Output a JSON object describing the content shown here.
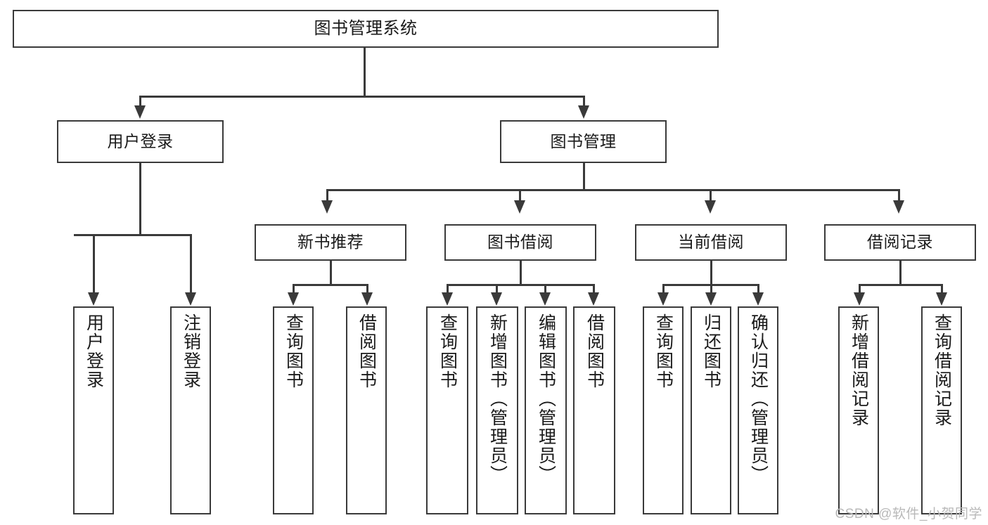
{
  "diagram": {
    "title": "图书管理系统",
    "type": "hierarchy-tree",
    "watermark": "CSDN @软件_小贺同学",
    "colors": {
      "stroke": "#3a3a3a",
      "fill": "#ffffff",
      "text": "#1a1a1a",
      "watermark": "#b9b9b9"
    },
    "levels": {
      "root": "图书管理系统",
      "level1": [
        "用户登录",
        "图书管理"
      ],
      "level2": [
        "新书推荐",
        "图书借阅",
        "当前借阅",
        "借阅记录"
      ]
    },
    "nodes": {
      "root": {
        "label": "图书管理系统"
      },
      "user_login": {
        "label": "用户登录"
      },
      "book_manage": {
        "label": "图书管理"
      },
      "new_book_rec": {
        "label": "新书推荐"
      },
      "book_borrow": {
        "label": "图书借阅"
      },
      "current_borrow": {
        "label": "当前借阅"
      },
      "borrow_record": {
        "label": "借阅记录"
      }
    },
    "leaves": {
      "user_login": [
        {
          "label": "用户登录"
        },
        {
          "label": "注销登录"
        }
      ],
      "new_book_rec": [
        {
          "label": "查询图书"
        },
        {
          "label": "借阅图书"
        }
      ],
      "book_borrow": [
        {
          "label": "查询图书"
        },
        {
          "label": "新增图书（管理员）"
        },
        {
          "label": "编辑图书（管理员）"
        },
        {
          "label": "借阅图书"
        }
      ],
      "current_borrow": [
        {
          "label": "查询图书"
        },
        {
          "label": "归还图书"
        },
        {
          "label": "确认归还（管理员）"
        }
      ],
      "borrow_record": [
        {
          "label": "新增借阅记录"
        },
        {
          "label": "查询借阅记录"
        }
      ]
    }
  }
}
